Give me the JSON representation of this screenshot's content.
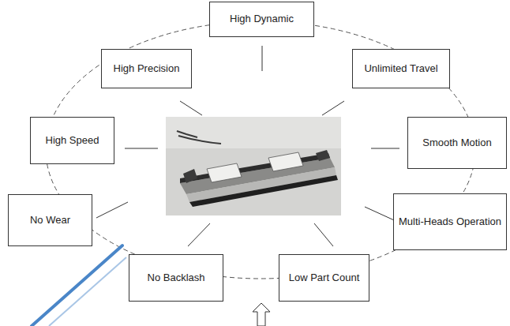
{
  "diagram": {
    "nodes": [
      {
        "text": [
          "High Dynamic"
        ]
      },
      {
        "text": [
          "High Precision"
        ]
      },
      {
        "text": [
          "Unlimited Travel"
        ]
      },
      {
        "text": [
          "High Speed"
        ]
      },
      {
        "text": [
          "Smooth Motion"
        ]
      },
      {
        "text": [
          "No Wear"
        ]
      },
      {
        "text": [
          "Multi-Heads Operation"
        ]
      },
      {
        "text": [
          "No Backlash"
        ]
      },
      {
        "text": [
          "Low Part Count"
        ]
      }
    ]
  }
}
